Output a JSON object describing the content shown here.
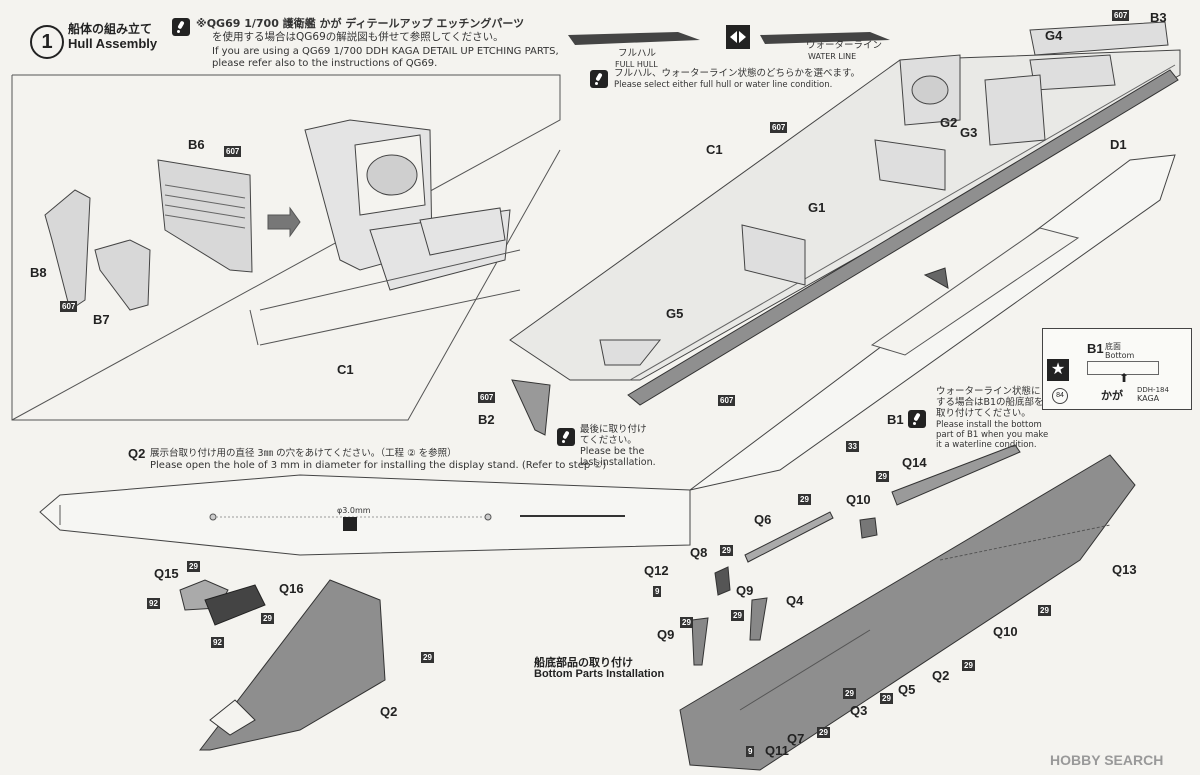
{
  "step": {
    "number": "1",
    "title_jp": "船体の組み立て",
    "title_en": "Hull Assembly"
  },
  "header_note": {
    "line1": "※QG69 1/700 護衛艦 かが ディテールアップ エッチングパーツ",
    "line2": "を使用する場合はQG69の解説図も併せて参照してください。",
    "line3": "If you are using a QG69 1/700 DDH KAGA DETAIL UP ETCHING PARTS,",
    "line4": "please refer also to the instructions of QG69."
  },
  "hull_choice": {
    "full_jp": "フルハル",
    "full_en": "FULL HULL",
    "water_jp": "ウォーターライン",
    "water_en": "WATER LINE",
    "note_jp": "フルハル、ウォーターライン状態のどちらかを選べます。",
    "note_en": "Please select either full hull or water line condition."
  },
  "parts": {
    "B3": "B3",
    "G4": "G4",
    "G2": "G2",
    "G3": "G3",
    "D1": "D1",
    "C1": "C1",
    "G1": "G1",
    "G5": "G5",
    "B6": "B6",
    "B8": "B8",
    "B7": "B7",
    "B2": "B2",
    "B1": "B1",
    "Q2": "Q2",
    "Q14": "Q14",
    "Q10": "Q10",
    "Q6": "Q6",
    "Q8": "Q8",
    "Q12": "Q12",
    "Q9": "Q9",
    "Q4": "Q4",
    "Q13": "Q13",
    "Q15": "Q15",
    "Q16": "Q16",
    "Q5": "Q5",
    "Q3": "Q3",
    "Q7": "Q7",
    "Q11": "Q11"
  },
  "badges": {
    "b607": "607",
    "b29": "29",
    "b92": "92",
    "b9": "9",
    "b33": "33",
    "b84": "84"
  },
  "last_install": {
    "jp1": "最後に取り付け",
    "jp2": "てください。",
    "en1": "Please be the",
    "en2": "last installation."
  },
  "b1_box": {
    "title": "B1",
    "sub_jp": "底面",
    "sub_en": "Bottom",
    "name": "かが",
    "hull": "DDH-184",
    "name_en": "KAGA"
  },
  "waterline_note": {
    "jp1": "ウォーターライン状態に",
    "jp2": "する場合はB1の船底部を",
    "jp3": "取り付けてください。",
    "en1": "Please install the bottom",
    "en2": "part of B1 when you make",
    "en3": "it a waterline condition."
  },
  "q2_note": {
    "jp": "展示台取り付け用の直径 3㎜ の穴をあけてください。（工程 ② を参照）",
    "en": "Please open the hole of 3 mm in diameter for installing the display stand. (Refer to step ②)",
    "dim": "φ3.0mm"
  },
  "bottom_parts": {
    "jp": "船底部品の取り付け",
    "en": "Bottom Parts Installation"
  },
  "watermark": "HOBBY SEARCH"
}
